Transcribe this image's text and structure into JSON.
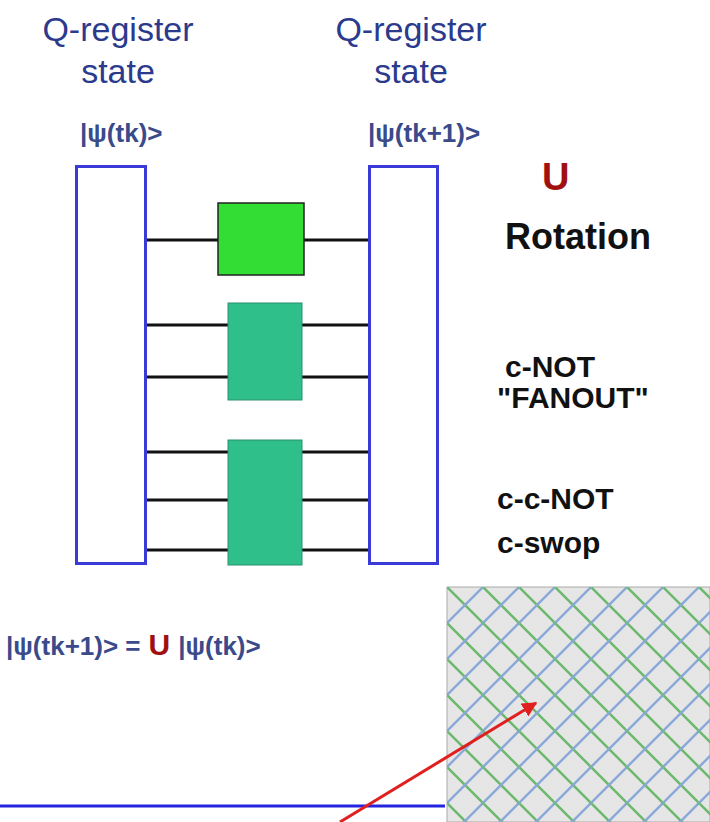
{
  "diagram": {
    "nodes": [
      {
        "text": [
          "Q-register state",
          "|ψ(tk)>"
        ]
      },
      {
        "text": [
          "Q-register state",
          "|ψ(tk+1)>"
        ]
      }
    ],
    "labels": [
      "U",
      "Rotation",
      "c-NOT",
      "\"FANOUT\"",
      "c-c-NOT",
      "c-swop",
      "|ψ(tk+1)> =",
      "U",
      "|ψ(tk)>"
    ]
  }
}
